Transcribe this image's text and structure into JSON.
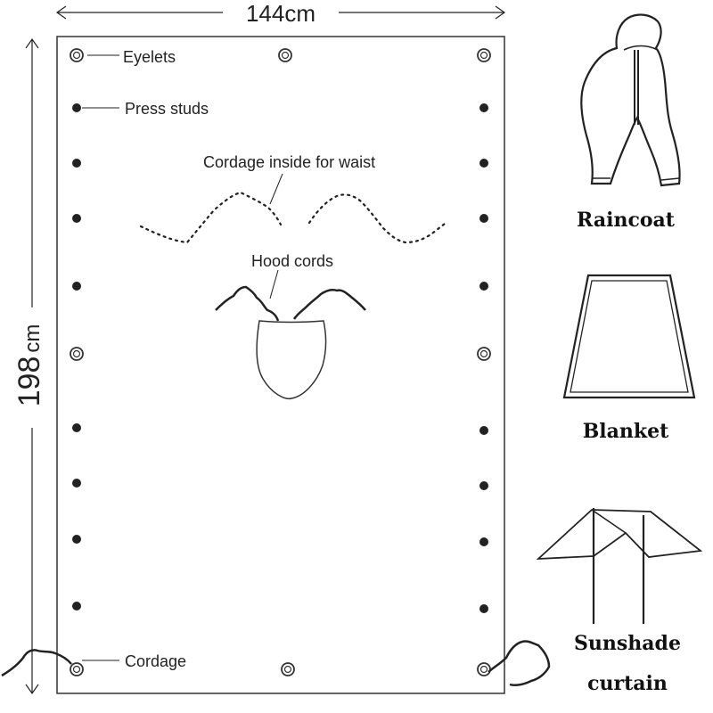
{
  "dimensions": {
    "width_label": "144cm",
    "height_value": "198",
    "height_unit": "cm"
  },
  "callouts": {
    "eyelets": "Eyelets",
    "press_studs": "Press studs",
    "cordage_waist": "Cordage inside for waist",
    "hood_cords": "Hood cords",
    "cordage": "Cordage"
  },
  "uses": {
    "raincoat": "Raincoat",
    "blanket": "Blanket",
    "sunshade_line1": "Sunshade",
    "sunshade_line2": "curtain"
  },
  "colors": {
    "ink": "#222222",
    "background": "#ffffff"
  }
}
